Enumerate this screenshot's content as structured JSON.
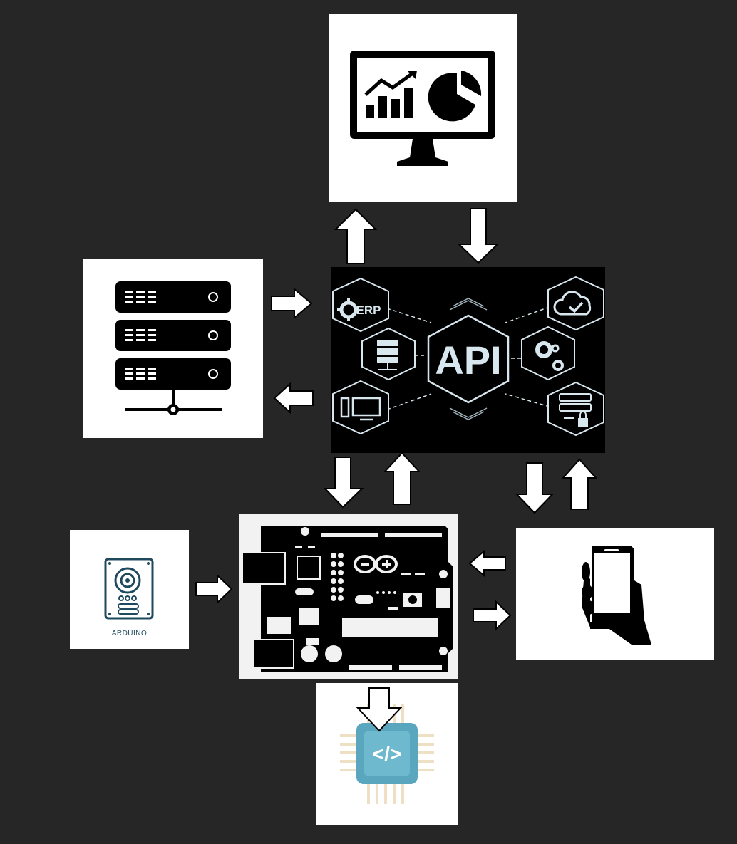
{
  "diagram": {
    "nodes": {
      "dashboard": {
        "icon": "monitor-chart-icon"
      },
      "server": {
        "icon": "server-rack-icon"
      },
      "api": {
        "icon": "api-hub-icon",
        "label": "API",
        "erp_label": "ERP"
      },
      "sdcard": {
        "icon": "sd-card-icon",
        "caption": "ARDUINO"
      },
      "arduino": {
        "icon": "arduino-board-icon"
      },
      "phone": {
        "icon": "hand-phone-icon"
      },
      "chip": {
        "icon": "microchip-code-icon",
        "code_label": "</>"
      }
    },
    "arrows": [
      {
        "from": "api",
        "to": "dashboard",
        "direction": "up"
      },
      {
        "from": "dashboard",
        "to": "api",
        "direction": "down"
      },
      {
        "from": "server",
        "to": "api",
        "direction": "right"
      },
      {
        "from": "api",
        "to": "server",
        "direction": "left"
      },
      {
        "from": "api",
        "to": "arduino",
        "direction": "down"
      },
      {
        "from": "arduino",
        "to": "api",
        "direction": "up"
      },
      {
        "from": "api",
        "to": "phone",
        "direction": "down"
      },
      {
        "from": "phone",
        "to": "api",
        "direction": "up"
      },
      {
        "from": "sdcard",
        "to": "arduino",
        "direction": "right"
      },
      {
        "from": "phone",
        "to": "arduino",
        "direction": "left"
      },
      {
        "from": "arduino",
        "to": "phone",
        "direction": "right"
      },
      {
        "from": "arduino",
        "to": "chip",
        "direction": "down"
      }
    ],
    "colors": {
      "background": "#262626",
      "panel": "#ffffff",
      "api_panel": "#000000",
      "icon": "#000000",
      "api_accent": "#d8e6ee",
      "sd_teal": "#1f4a5e",
      "chip_body": "#5aa6be",
      "chip_pins": "#eee0c4",
      "arrow_fill": "#ffffff",
      "arrow_stroke": "#000000"
    }
  }
}
